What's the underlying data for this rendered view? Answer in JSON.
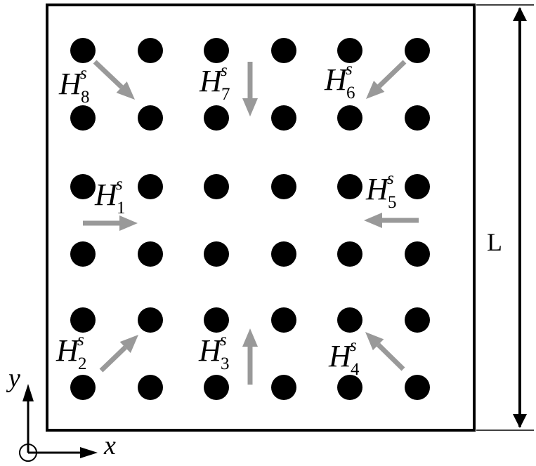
{
  "grid": {
    "columns": [
      118,
      214,
      308,
      404,
      498,
      594
    ],
    "rows": [
      72,
      168,
      266,
      362,
      456,
      552
    ],
    "dot_color": "#000000"
  },
  "domain_dimension": {
    "label": "L"
  },
  "axes": {
    "x_label": "x",
    "y_label": "y"
  },
  "arrow_color": "#999999",
  "magnetic_field_arrows": [
    {
      "id": "H1",
      "base": "H",
      "superscript": "s",
      "subscript": "1",
      "direction": "right"
    },
    {
      "id": "H2",
      "base": "H",
      "superscript": "s",
      "subscript": "2",
      "direction": "up-right"
    },
    {
      "id": "H3",
      "base": "H",
      "superscript": "s",
      "subscript": "3",
      "direction": "up"
    },
    {
      "id": "H4",
      "base": "H",
      "superscript": "s",
      "subscript": "4",
      "direction": "up-left"
    },
    {
      "id": "H5",
      "base": "H",
      "superscript": "s",
      "subscript": "5",
      "direction": "left"
    },
    {
      "id": "H6",
      "base": "H",
      "superscript": "s",
      "subscript": "6",
      "direction": "down-left"
    },
    {
      "id": "H7",
      "base": "H",
      "superscript": "s",
      "subscript": "7",
      "direction": "down"
    },
    {
      "id": "H8",
      "base": "H",
      "superscript": "s",
      "subscript": "8",
      "direction": "down-right"
    }
  ]
}
